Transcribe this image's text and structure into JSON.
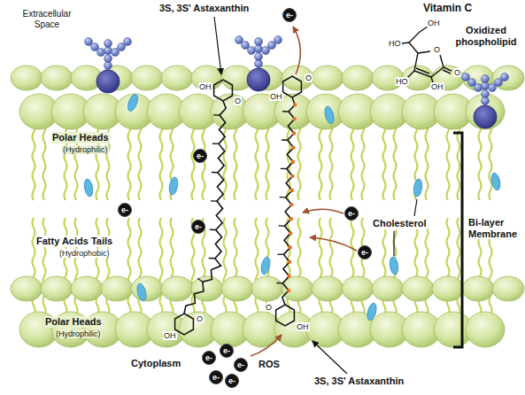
{
  "diagram": {
    "nodes": [
      {
        "text": [
          "e-"
        ]
      },
      {
        "text": [
          "e-"
        ]
      },
      {
        "text": [
          "e-"
        ]
      },
      {
        "text": [
          "e-"
        ]
      },
      {
        "text": [
          "e-"
        ]
      },
      {
        "text": [
          "e-"
        ]
      },
      {
        "text": [
          "e-"
        ]
      },
      {
        "text": [
          "e-"
        ]
      },
      {
        "text": [
          "e-"
        ]
      },
      {
        "text": [
          "e-"
        ]
      },
      {
        "text": [
          "e-"
        ]
      }
    ],
    "labels": [
      "Extracellular Space",
      "3S, 3S' Astaxanthin",
      "Vitamin C",
      "Oxidized phospholipid",
      "Polar Heads",
      "(Hydrophilic)",
      "Fatty Acids Tails",
      "(Hydrophobic)",
      "Cholesterol",
      "Bi-layer Membrane",
      "Polar Heads",
      "(Hydrophilic)",
      "Cytoplasm",
      "ROS",
      "3S, 3S' Astaxanthin",
      "OH",
      "HO",
      "O",
      "O",
      "HO",
      "OH",
      "OH",
      "O",
      "O",
      "OH",
      "OH",
      "O",
      "O",
      "OH"
    ]
  }
}
